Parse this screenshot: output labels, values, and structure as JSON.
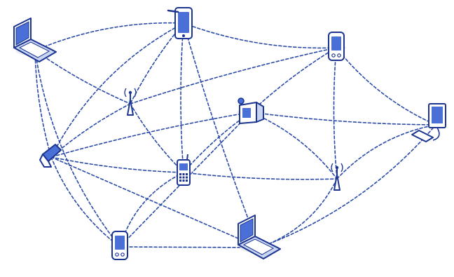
{
  "colors": {
    "line": "#2a4aa8",
    "device_stroke": "#1b3591",
    "device_fill": "#ffffff",
    "device_shade": "#c9d5f2",
    "screen": "#4a6fd6",
    "shadow": "#d9dde6"
  },
  "nodes": [
    {
      "id": "laptop-top-left",
      "kind": "laptop",
      "icon": "laptop-icon"
    },
    {
      "id": "tablet-top",
      "kind": "tablet",
      "icon": "tablet-icon"
    },
    {
      "id": "pda-top-right",
      "kind": "pda",
      "icon": "pda-icon"
    },
    {
      "id": "access-point-left",
      "kind": "antenna",
      "icon": "antenna-icon"
    },
    {
      "id": "camera-center",
      "kind": "camera",
      "icon": "camcorder-icon"
    },
    {
      "id": "desktop-right",
      "kind": "desktop",
      "icon": "desktop-monitor-icon"
    },
    {
      "id": "flip-phone-left",
      "kind": "flipphone",
      "icon": "flip-phone-icon"
    },
    {
      "id": "mobile-phone-center",
      "kind": "phone",
      "icon": "mobile-phone-icon"
    },
    {
      "id": "access-point-right",
      "kind": "antenna",
      "icon": "antenna-icon"
    },
    {
      "id": "pda-bottom",
      "kind": "pda",
      "icon": "pda-icon"
    },
    {
      "id": "laptop-bottom",
      "kind": "laptop",
      "icon": "laptop-icon"
    }
  ],
  "links": [
    [
      "laptop-top-left",
      "tablet-top"
    ],
    [
      "tablet-top",
      "pda-top-right"
    ],
    [
      "pda-top-right",
      "desktop-right"
    ],
    [
      "laptop-top-left",
      "access-point-left"
    ],
    [
      "laptop-top-left",
      "flip-phone-left"
    ],
    [
      "laptop-top-left",
      "pda-bottom"
    ],
    [
      "tablet-top",
      "access-point-left"
    ],
    [
      "tablet-top",
      "mobile-phone-center"
    ],
    [
      "tablet-top",
      "laptop-bottom"
    ],
    [
      "tablet-top",
      "flip-phone-left"
    ],
    [
      "pda-top-right",
      "camera-center"
    ],
    [
      "pda-top-right",
      "access-point-right"
    ],
    [
      "pda-top-right",
      "access-point-left"
    ],
    [
      "access-point-left",
      "mobile-phone-center"
    ],
    [
      "access-point-left",
      "flip-phone-left"
    ],
    [
      "camera-center",
      "flip-phone-left"
    ],
    [
      "camera-center",
      "mobile-phone-center"
    ],
    [
      "camera-center",
      "desktop-right"
    ],
    [
      "camera-center",
      "access-point-right"
    ],
    [
      "camera-center",
      "pda-bottom"
    ],
    [
      "flip-phone-left",
      "mobile-phone-center"
    ],
    [
      "flip-phone-left",
      "laptop-bottom"
    ],
    [
      "flip-phone-left",
      "pda-bottom"
    ],
    [
      "mobile-phone-center",
      "access-point-right"
    ],
    [
      "mobile-phone-center",
      "pda-bottom"
    ],
    [
      "access-point-right",
      "laptop-bottom"
    ],
    [
      "access-point-right",
      "desktop-right"
    ],
    [
      "pda-bottom",
      "laptop-bottom"
    ],
    [
      "laptop-bottom",
      "desktop-right"
    ]
  ]
}
